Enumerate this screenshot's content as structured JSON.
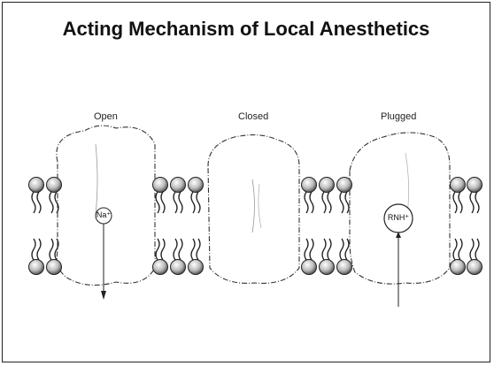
{
  "title": "Acting Mechanism of Local Anesthetics",
  "channels": [
    {
      "state": "Open",
      "ion": "Na⁺"
    },
    {
      "state": "Closed",
      "ion": ""
    },
    {
      "state": "Plugged",
      "ion": "RNH⁺"
    }
  ]
}
